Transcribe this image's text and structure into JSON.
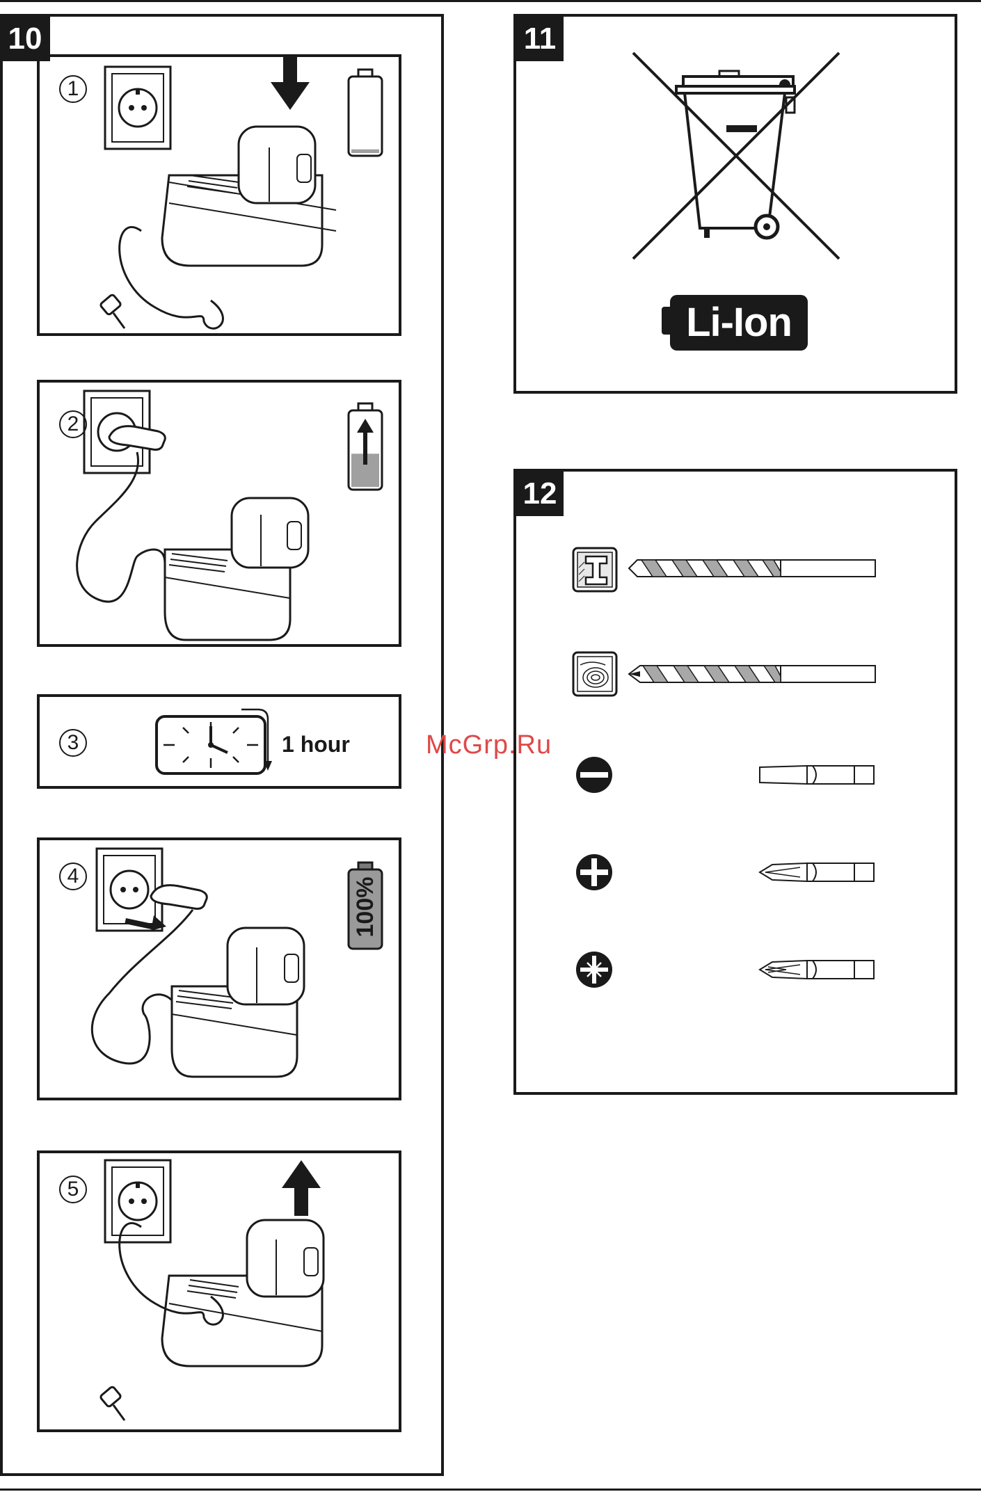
{
  "figure10": {
    "tag": "10"
  },
  "figure11": {
    "tag": "11",
    "battery_label": "Li-Ion"
  },
  "figure12": {
    "tag": "12"
  },
  "steps": [
    {
      "number": "1"
    },
    {
      "number": "2"
    },
    {
      "number": "3",
      "duration_label": "1 hour"
    },
    {
      "number": "4",
      "charge_label": "100%"
    },
    {
      "number": "5"
    }
  ],
  "watermark": "McGrp.Ru",
  "icons": {
    "wall-socket": "wall-socket-icon",
    "charger": "battery-charger-icon",
    "battery": "battery-level-icon",
    "clock": "clock-icon",
    "recycle-bin": "crossed-out-wheelie-bin-icon",
    "metal": "metal-material-icon",
    "wood": "wood-material-icon",
    "slotted": "slotted-screw-icon",
    "phillips": "phillips-screw-icon",
    "pozidriv": "pozidriv-screw-icon"
  },
  "battery_levels": {
    "step1": 0.05,
    "step2": 0.45,
    "step4": 1.0
  }
}
